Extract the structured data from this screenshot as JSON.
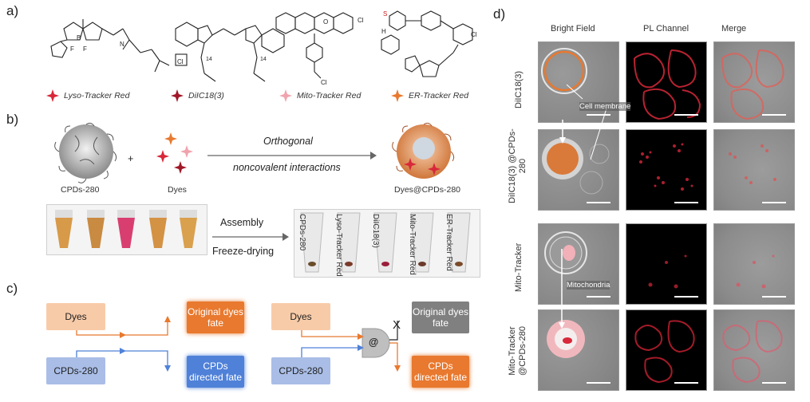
{
  "panels": {
    "a": "a)",
    "b": "b)",
    "c": "c)",
    "d": "d)"
  },
  "panel_a": {
    "dyes": [
      "Lyso-Tracker Red",
      "DiIC18(3)",
      "Mito-Tracker Red",
      "ER-Tracker Red"
    ],
    "structure_labels": [
      "B",
      "F",
      "F",
      "N",
      "H",
      "Cl",
      "S",
      "O",
      "14"
    ]
  },
  "panel_b": {
    "cpd_label": "CPDs-280",
    "plus": "+",
    "dyes_label": "Dyes",
    "arrow_top": "Orthogonal",
    "arrow_bottom": "noncovalent interactions",
    "product_label": "Dyes@CPDs-280",
    "assembly_top": "Assembly",
    "assembly_bottom": "Freeze-drying",
    "tube_labels": [
      "CPDs-280",
      "Lyso-Tracker Red",
      "DiIC18(3)",
      "Mito-Tracker Red",
      "ER-Tracker Red"
    ]
  },
  "panel_c": {
    "left": {
      "dyes": "Dyes",
      "cpds": "CPDs-280",
      "original": "Original dyes fate",
      "directed": "CPDs directed fate"
    },
    "right": {
      "dyes": "Dyes",
      "cpds": "CPDs-280",
      "gate": "@",
      "original": "Original dyes fate",
      "directed": "CPDs directed fate",
      "block": "X"
    }
  },
  "panel_d": {
    "columns": [
      "Bright Field",
      "PL Channel",
      "Merge"
    ],
    "rows": [
      "DiIC18(3)",
      "DiIC18(3) @CPDs-280",
      "Mito-Tracker",
      "Mito-Tracker @CPDs-280"
    ],
    "annotations": [
      "Cell membrane",
      "Mitochondria"
    ]
  },
  "colors": {
    "orange": "#e8792f",
    "light_orange": "#f8cba8",
    "blue": "#4f81d8",
    "light_blue": "#a9bde6",
    "grey": "#7f7f7f",
    "red_dye": "#d8283a"
  }
}
